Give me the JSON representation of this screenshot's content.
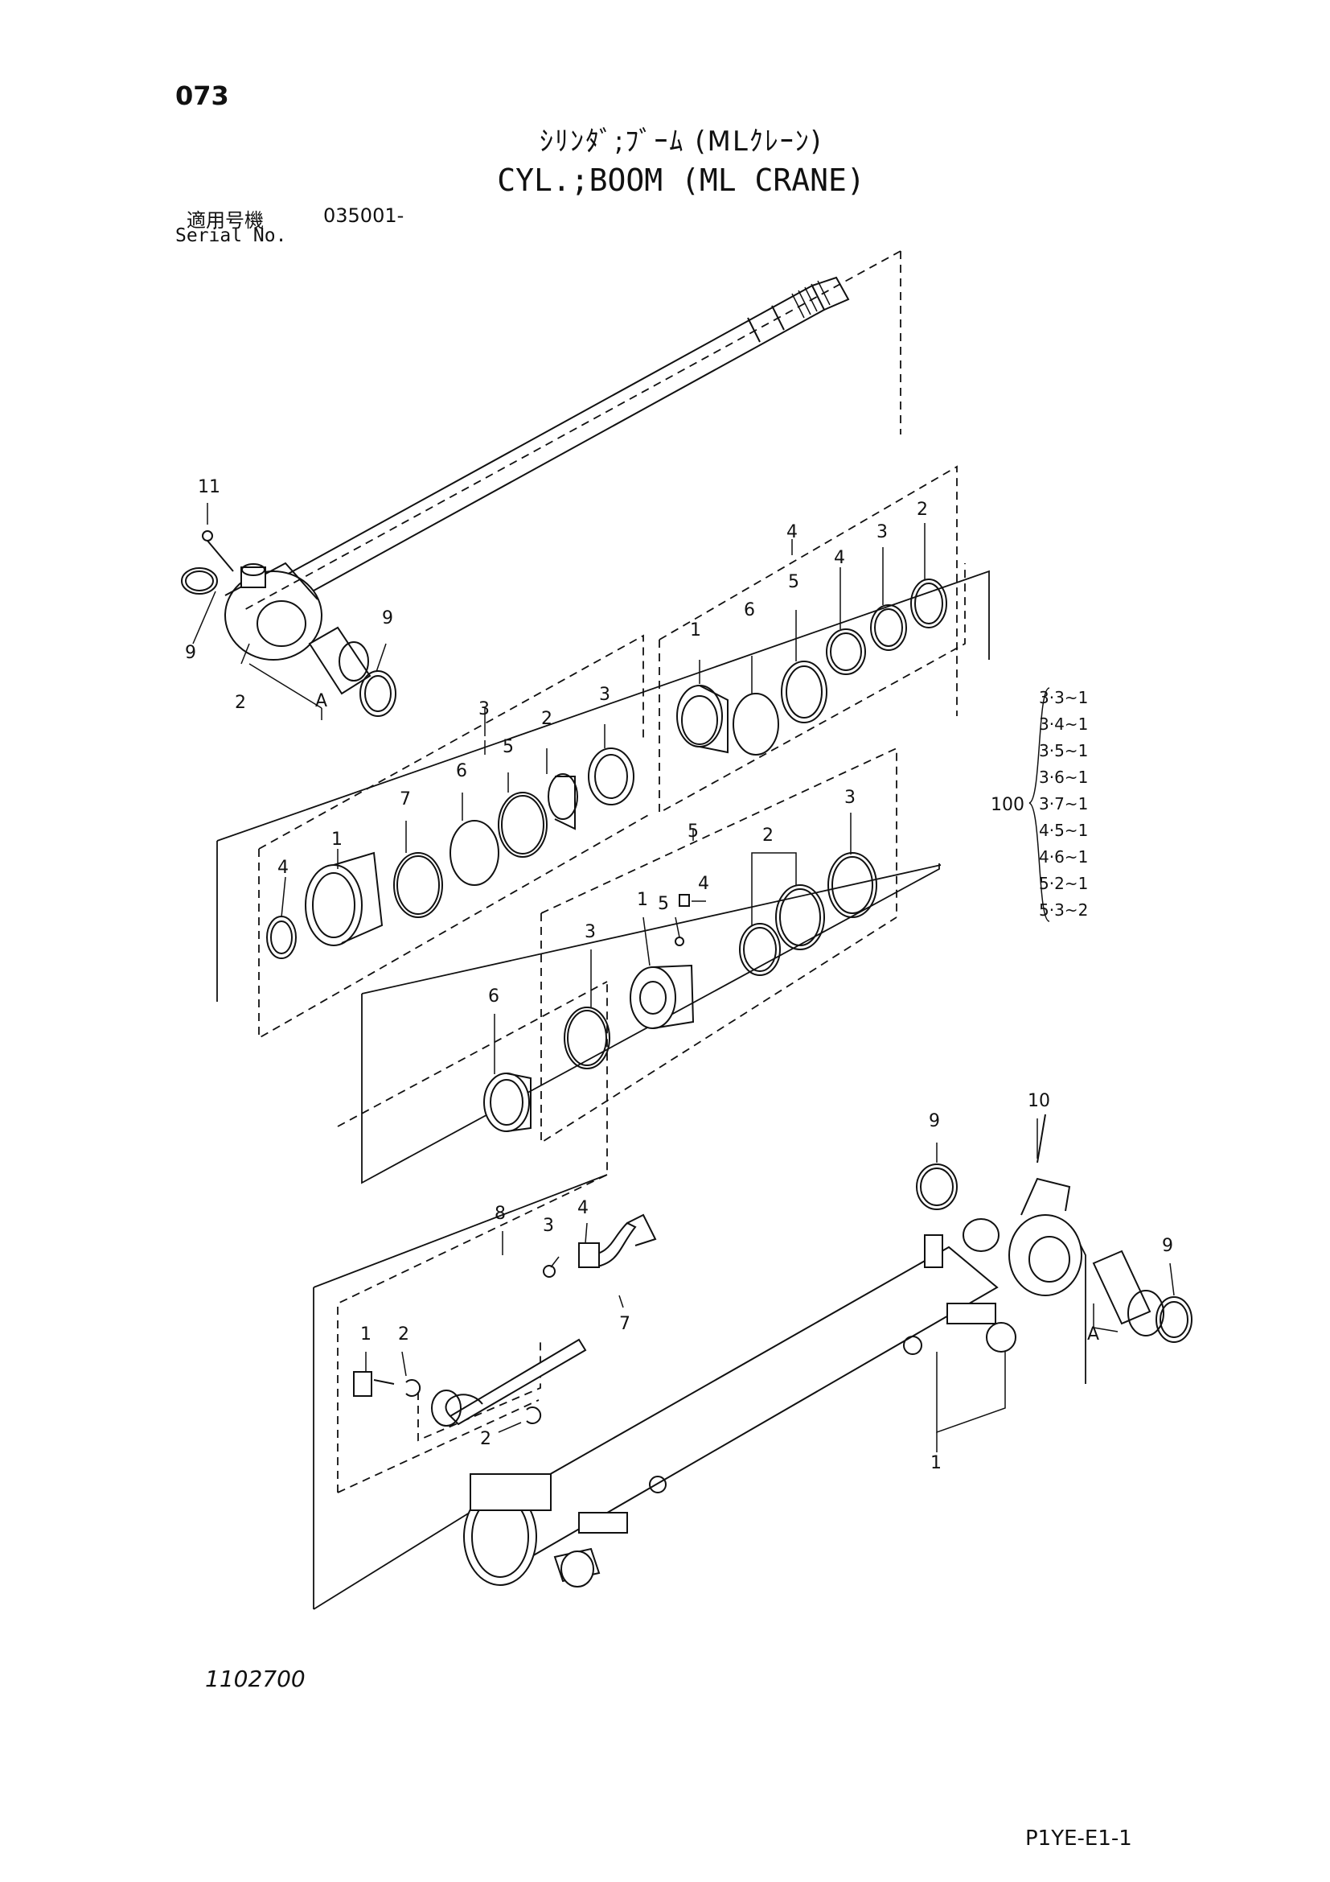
{
  "page_number": "073",
  "title_jp": "ｼﾘﾝﾀﾞ;ﾌﾞｰﾑ (MLｸﾚｰﾝ)",
  "title_en": "CYL.;BOOM (ML CRANE)",
  "serial_label_jp": "適用号機",
  "serial_value": "035001-",
  "serial_label_en": "Serial No.",
  "drawing_number": "1102700",
  "sheet_id": "P1YE-E1-1",
  "kit": {
    "label": "100",
    "items": [
      "3·3~1",
      "3·4~1",
      "3·5~1",
      "3·6~1",
      "3·7~1",
      "4·5~1",
      "4·6~1",
      "5·2~1",
      "5·3~2"
    ]
  },
  "callouts": {
    "rod_group": [
      "11",
      "9",
      "9",
      "2",
      "A"
    ],
    "gland_group": [
      "3",
      "4",
      "7",
      "6",
      "5",
      "2",
      "3",
      "1"
    ],
    "piston_group": [
      "4",
      "1",
      "6",
      "5",
      "4",
      "3",
      "2"
    ],
    "piston_assy": [
      "5",
      "3",
      "1",
      "5",
      "4",
      "2",
      "3",
      "6"
    ],
    "cylinder": [
      "9",
      "10",
      "9",
      "A",
      "1"
    ],
    "pipe_group": [
      "8",
      "3",
      "4",
      "7",
      "1",
      "2",
      "2"
    ]
  }
}
